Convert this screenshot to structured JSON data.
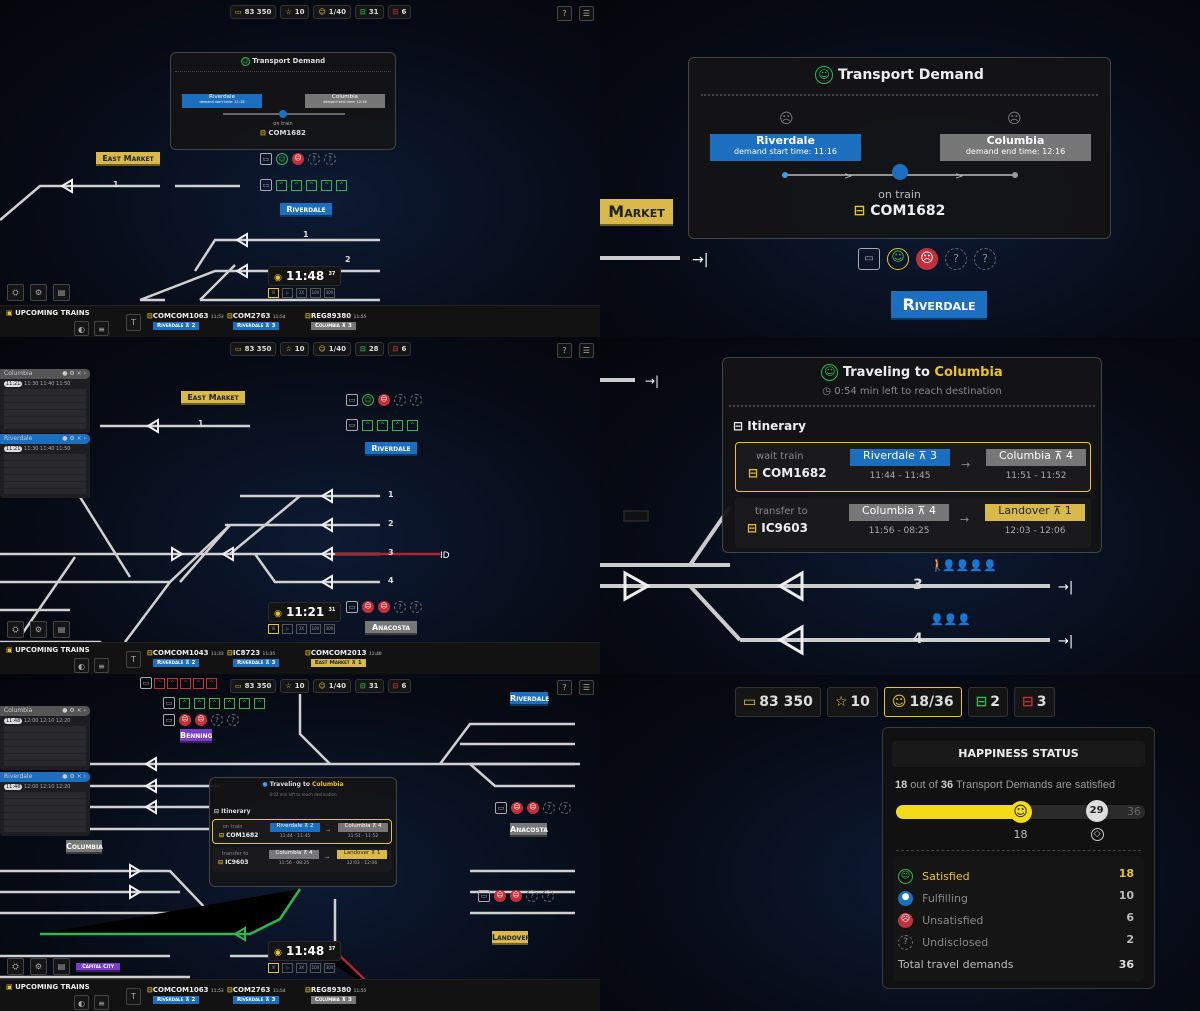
{
  "panels": [
    {
      "stats": {
        "money": "83 350",
        "stars": "10",
        "happiness": "1/40",
        "trains_ok": "31",
        "trains_bad": "6"
      },
      "clock": {
        "time": "11:48",
        "seconds": "37"
      },
      "upcoming_label": "UPCOMING TRAINS",
      "trains": [
        {
          "id": "COMCOM1063",
          "time": "11:53",
          "dest": "Riverdale",
          "platform": "2",
          "color": "blue"
        },
        {
          "id": "COM2763",
          "time": "11:54",
          "dest": "Riverdale",
          "platform": "3",
          "color": "blue"
        },
        {
          "id": "REG89380",
          "time": "11:55",
          "dest": "Columbia",
          "platform": "3",
          "color": "grey"
        }
      ],
      "speeds": [
        "II",
        "▷",
        "3X",
        "10X",
        "30X"
      ],
      "stations": {
        "east_market": "East Market",
        "riverdale": "Riverdale"
      },
      "demand": {
        "title": "Transport Demand",
        "from": "Riverdale",
        "from_sub": "demand start time: 11:16",
        "to": "Columbia",
        "to_sub": "demand end time: 12:16",
        "status": "on train",
        "train": "COM1682"
      },
      "tracks": [
        "1",
        "1",
        "2"
      ]
    },
    {
      "stats": {
        "money": "83 350",
        "stars": "10",
        "happiness": "1/40",
        "trains_ok": "28",
        "trains_bad": "6"
      },
      "clock": {
        "time": "11:21",
        "seconds": "31"
      },
      "upcoming_label": "UPCOMING TRAINS",
      "trains": [
        {
          "id": "COMCOM1043",
          "time": "11:33",
          "dest": "Riverdale",
          "platform": "2",
          "color": "blue"
        },
        {
          "id": "IC8723",
          "time": "11:35",
          "dest": "Riverdale",
          "platform": "3",
          "color": "blue"
        },
        {
          "id": "COMCOM2013",
          "time": "11:40",
          "dest": "East Market",
          "platform": "1",
          "color": "gold"
        }
      ],
      "speeds": [
        "II",
        "▷",
        "3X",
        "10X",
        "30X"
      ],
      "stations": {
        "east_market": "East Market",
        "riverdale": "Riverdale",
        "anacosta": "Anacosta"
      },
      "timetables": [
        {
          "station": "Columbia",
          "now": "11:21",
          "times": [
            "11:30",
            "11:40",
            "11:50"
          ]
        },
        {
          "station": "Riverdale",
          "now": "11:21",
          "times": [
            "11:30",
            "11:40",
            "11:50"
          ]
        }
      ],
      "tracks": [
        "1",
        "1",
        "2",
        "3",
        "4"
      ]
    },
    {
      "stats": {
        "money": "83 350",
        "stars": "10",
        "happiness": "1/40",
        "trains_ok": "31",
        "trains_bad": "6"
      },
      "clock": {
        "time": "11:48",
        "seconds": "37"
      },
      "upcoming_label": "UPCOMING TRAINS",
      "trains": [
        {
          "id": "COMCOM1063",
          "time": "11:53",
          "dest": "Riverdale",
          "platform": "2",
          "color": "blue"
        },
        {
          "id": "COM2763",
          "time": "11:54",
          "dest": "Riverdale",
          "platform": "3",
          "color": "blue"
        },
        {
          "id": "REG89380",
          "time": "11:55",
          "dest": "Columbia",
          "platform": "3",
          "color": "grey"
        }
      ],
      "speeds": [
        "II",
        "▷",
        "3X",
        "10X",
        "30X"
      ],
      "stations": {
        "benning": "Benning",
        "columbia": "Columbia",
        "anacosta": "Anacosta",
        "riverdale": "Riverdale",
        "landover": "Landover",
        "capital_city": "Capital City"
      },
      "timetables": [
        {
          "station": "Columbia",
          "now": "11:48",
          "times": [
            "12:00",
            "12:10",
            "12:20"
          ]
        },
        {
          "station": "Riverdale",
          "now": "11:48",
          "times": [
            "12:00",
            "12:10",
            "12:20"
          ]
        }
      ],
      "travel": {
        "title_prefix": "Traveling to",
        "destination": "Columbia",
        "eta": "0:02 min left to reach destination",
        "itinerary_label": "Itinerary",
        "legs": [
          {
            "status": "on train",
            "train": "COM1682",
            "from": "Riverdale",
            "from_platform": "2",
            "from_time": "11:44 - 11:45",
            "to": "Columbia",
            "to_platform": "4",
            "to_time": "11:51 - 11:52"
          },
          {
            "status": "transfer to",
            "train": "IC9603",
            "from": "Columbia",
            "from_platform": "4",
            "from_time": "11:56 - 08:25",
            "to": "Landover",
            "to_platform": "1",
            "to_time": "12:03 - 12:06"
          }
        ]
      }
    }
  ],
  "zoom_demand": {
    "title": "Transport Demand",
    "from": "Riverdale",
    "from_sub": "demand start time: 11:16",
    "to": "Columbia",
    "to_sub": "demand end time: 12:16",
    "status": "on train",
    "train": "COM1682",
    "station_left": "Market",
    "station": "Riverdale"
  },
  "zoom_travel": {
    "title_prefix": "Traveling to",
    "destination": "Columbia",
    "eta": "0:54 min left to reach destination",
    "itinerary_label": "Itinerary",
    "legs": [
      {
        "status": "wait train",
        "train": "COM1682",
        "from": "Riverdale",
        "from_platform": "3",
        "from_time": "11:44 - 11:45",
        "to": "Columbia",
        "to_platform": "4",
        "to_time": "11:51 - 11:52"
      },
      {
        "status": "transfer to",
        "train": "IC9603",
        "from": "Columbia",
        "from_platform": "4",
        "from_time": "11:56 - 08:25",
        "to": "Landover",
        "to_platform": "1",
        "to_time": "12:03 - 12:06"
      }
    ],
    "tracks": [
      "3",
      "4"
    ]
  },
  "happiness": {
    "stats": {
      "money": "83 350",
      "stars": "10",
      "happiness": "18/36",
      "trains_ok": "2",
      "trains_bad": "3"
    },
    "title": "HAPPINESS STATUS",
    "summary_a": "18",
    "summary_mid": " out of ",
    "summary_b": "36",
    "summary_end": " Transport Demands are satisfied",
    "current": 18,
    "current_label": "18",
    "target_label": "29",
    "max_label": "36",
    "target": 29,
    "max": 36,
    "rows": [
      {
        "label": "Satisfied",
        "value": "18"
      },
      {
        "label": "Fulfilling",
        "value": "10"
      },
      {
        "label": "Unsatisfied",
        "value": "6"
      },
      {
        "label": "Undisclosed",
        "value": "2"
      }
    ],
    "total_label": "Total travel demands",
    "total_value": "36"
  },
  "colors": {
    "accent": "#e8c520",
    "blue": "#1c6fbf",
    "green": "#2fb84f",
    "red": "#c0303a"
  }
}
